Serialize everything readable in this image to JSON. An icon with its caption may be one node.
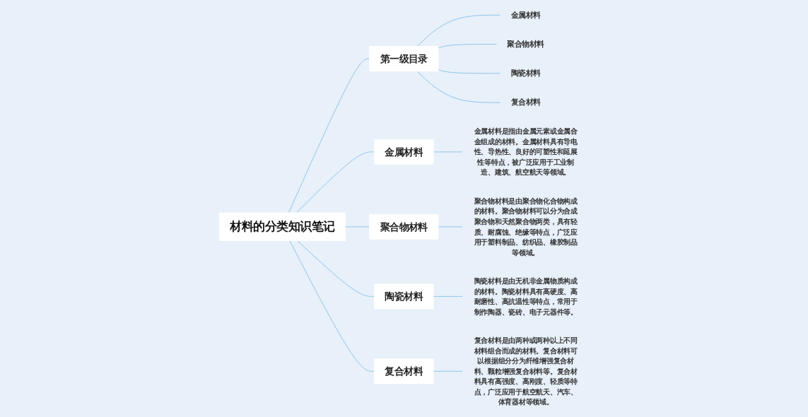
{
  "diagram": {
    "nodes": [
      {
        "text": [
          "材料的分类知识笔记"
        ]
      },
      {
        "text": [
          "第一级目录"
        ]
      },
      {
        "text": [
          "金属材料"
        ]
      },
      {
        "text": [
          "聚合物材料"
        ]
      },
      {
        "text": [
          "陶瓷材料"
        ]
      },
      {
        "text": [
          "复合材料"
        ]
      },
      {
        "text": [
          "金属材料"
        ]
      },
      {
        "text": [
          "金属材料是指由金属元素或金属合金组成的材料。金属材料具有导电性、导热性、良好的可塑性和延展性等特点，被广泛应用于工业制造、建筑、航空航天等领域。"
        ]
      },
      {
        "text": [
          "聚合物材料"
        ]
      },
      {
        "text": [
          "聚合物材料是由聚合物化合物构成的材料。聚合物材料可以分为合成聚合物和天然聚合物两类，具有轻质、耐腐蚀、绝缘等特点，广泛应用于塑料制品、纺织品、橡胶制品等领域。"
        ]
      },
      {
        "text": [
          "陶瓷材料"
        ]
      },
      {
        "text": [
          "陶瓷材料是由无机非金属物质构成的材料。陶瓷材料具有高硬度、高耐磨性、高抗温性等特点，常用于制作陶器、瓷砖、电子元器件等。"
        ]
      },
      {
        "text": [
          "复合材料"
        ]
      },
      {
        "text": [
          "复合材料是由两种或两种以上不同材料组合而成的材料。复合材料可以根据组分分为纤维增强复合材料、颗粒增强复合材料等。复合材料具有高强度、高刚度、轻质等特点，广泛应用于航空航天、汽车、体育器材等领域。"
        ]
      }
    ],
    "edges": [
      {
        "from": 0,
        "to": 1,
        "arrow": "none"
      },
      {
        "from": 1,
        "to": 2,
        "arrow": "none"
      },
      {
        "from": 1,
        "to": 3,
        "arrow": "none"
      },
      {
        "from": 1,
        "to": 4,
        "arrow": "none"
      },
      {
        "from": 1,
        "to": 5,
        "arrow": "none"
      },
      {
        "from": 0,
        "to": 6,
        "arrow": "none"
      },
      {
        "from": 6,
        "to": 7,
        "arrow": "none"
      },
      {
        "from": 0,
        "to": 8,
        "arrow": "none"
      },
      {
        "from": 8,
        "to": 9,
        "arrow": "none"
      },
      {
        "from": 0,
        "to": 10,
        "arrow": "none"
      },
      {
        "from": 10,
        "to": 11,
        "arrow": "none"
      },
      {
        "from": 0,
        "to": 12,
        "arrow": "none"
      },
      {
        "from": 12,
        "to": 13,
        "arrow": "none"
      }
    ]
  }
}
